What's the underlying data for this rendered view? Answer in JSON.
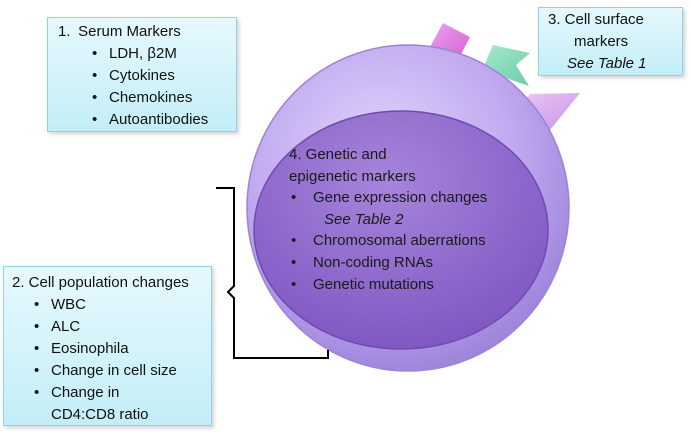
{
  "serum": {
    "number": "1.",
    "title": "Serum Markers",
    "items": [
      "LDH, β2M",
      "Cytokines",
      "Chemokines",
      "Autoantibodies"
    ]
  },
  "surface": {
    "line1": "3. Cell surface",
    "line2": "markers",
    "line3": "See Table 1"
  },
  "genetic": {
    "title_line1": "4. Genetic and",
    "title_line2": "epigenetic markers",
    "item1": "Gene expression changes",
    "item1_sub": "See Table 2",
    "item2": "Chromosomal aberrations",
    "item3": "Non-coding RNAs",
    "item4": "Genetic mutations"
  },
  "population": {
    "title": "2. Cell population changes",
    "items": [
      "WBC",
      "ALC",
      "Eosinophila",
      "Change in cell size",
      "Change in",
      "CD4:CD8 ratio"
    ]
  },
  "colors": {
    "cell_outer": "#b39ae6",
    "cell_inner": "#8b62c9",
    "receptor_pink": "#e27fe0",
    "receptor_green": "#86dcb9",
    "receptor_lilac": "#d7a8ef",
    "box_fill": "#d5f4fa"
  }
}
